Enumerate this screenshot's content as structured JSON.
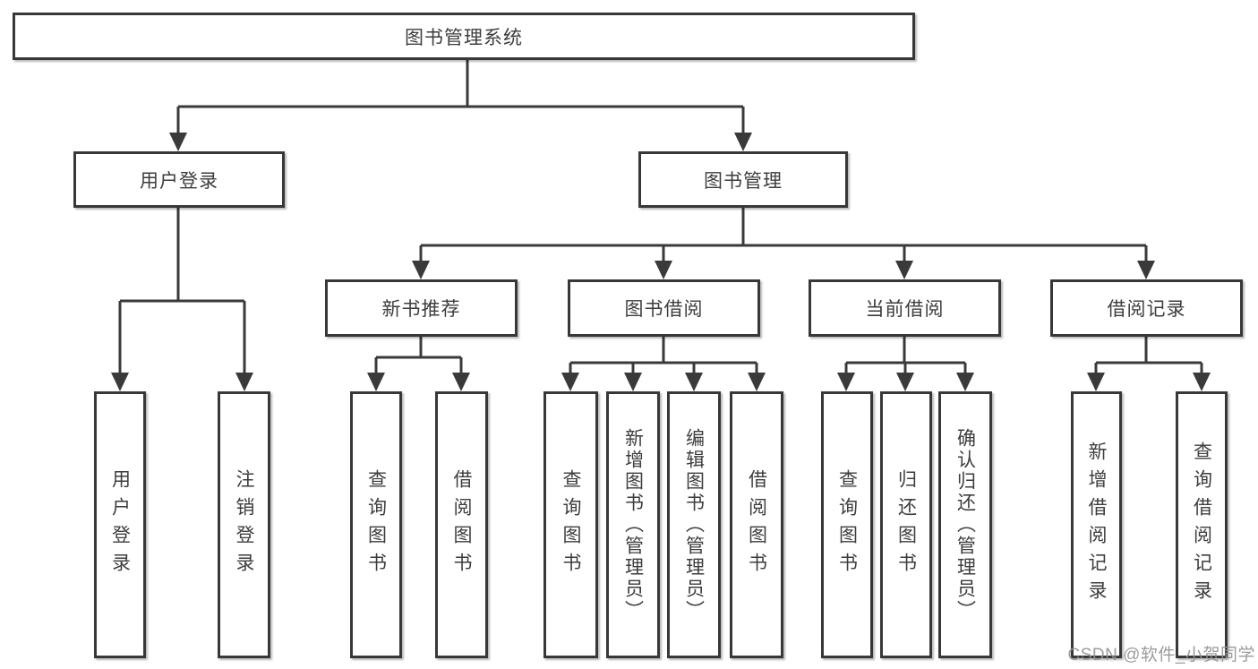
{
  "diagram": {
    "root": {
      "label": "图书管理系统"
    },
    "level2": [
      {
        "label": "用户登录",
        "children": [
          {
            "label": "用户登录"
          },
          {
            "label": "注销登录"
          }
        ]
      },
      {
        "label": "图书管理",
        "children": [
          {
            "label": "新书推荐",
            "children": [
              {
                "label": "查询图书"
              },
              {
                "label": "借阅图书"
              }
            ]
          },
          {
            "label": "图书借阅",
            "children": [
              {
                "label": "查询图书"
              },
              {
                "label": "新增图书（管理员）"
              },
              {
                "label": "编辑图书（管理员）"
              },
              {
                "label": "借阅图书"
              }
            ]
          },
          {
            "label": "当前借阅",
            "children": [
              {
                "label": "查询图书"
              },
              {
                "label": "归还图书"
              },
              {
                "label": "确认归还（管理员）"
              }
            ]
          },
          {
            "label": "借阅记录",
            "children": [
              {
                "label": "新增借阅记录"
              },
              {
                "label": "查询借阅记录"
              }
            ]
          }
        ]
      }
    ]
  },
  "watermark": {
    "text": "CSDN @软件_小贺同学"
  },
  "colors": {
    "line": "#3a3a3a",
    "border": "#383838",
    "text": "#3d3d3d",
    "watermark": "#949494",
    "background": "#ffffff"
  }
}
